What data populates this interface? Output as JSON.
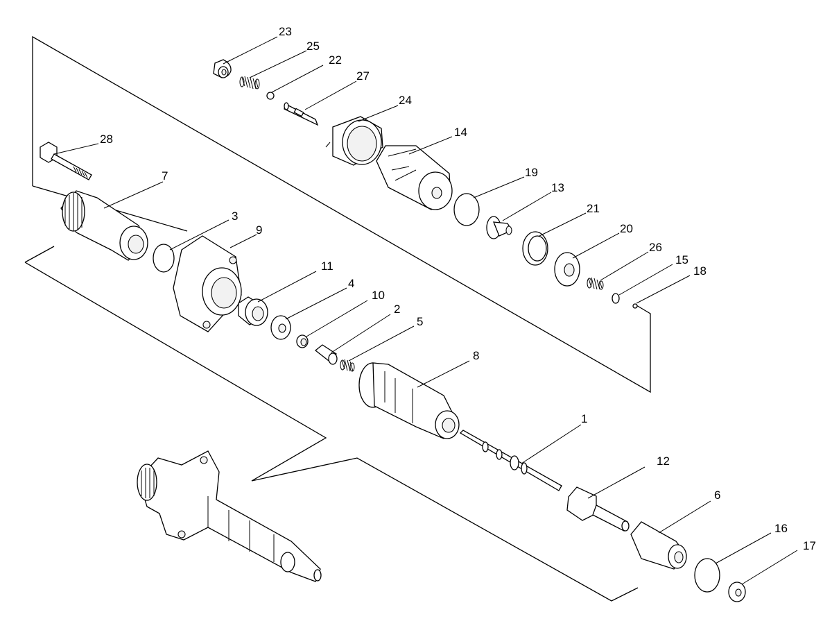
{
  "diagram": {
    "type": "exploded-parts-view",
    "callouts": [
      {
        "id": "23",
        "label": "23"
      },
      {
        "id": "25",
        "label": "25"
      },
      {
        "id": "22",
        "label": "22"
      },
      {
        "id": "27",
        "label": "27"
      },
      {
        "id": "24",
        "label": "24"
      },
      {
        "id": "14",
        "label": "14"
      },
      {
        "id": "28",
        "label": "28"
      },
      {
        "id": "7",
        "label": "7"
      },
      {
        "id": "19",
        "label": "19"
      },
      {
        "id": "13",
        "label": "13"
      },
      {
        "id": "3",
        "label": "3"
      },
      {
        "id": "9",
        "label": "9"
      },
      {
        "id": "21",
        "label": "21"
      },
      {
        "id": "20",
        "label": "20"
      },
      {
        "id": "26",
        "label": "26"
      },
      {
        "id": "15",
        "label": "15"
      },
      {
        "id": "18",
        "label": "18"
      },
      {
        "id": "11",
        "label": "11"
      },
      {
        "id": "4",
        "label": "4"
      },
      {
        "id": "10",
        "label": "10"
      },
      {
        "id": "2",
        "label": "2"
      },
      {
        "id": "5",
        "label": "5"
      },
      {
        "id": "8",
        "label": "8"
      },
      {
        "id": "1",
        "label": "1"
      },
      {
        "id": "12",
        "label": "12"
      },
      {
        "id": "6",
        "label": "6"
      },
      {
        "id": "16",
        "label": "16"
      },
      {
        "id": "17",
        "label": "17"
      }
    ]
  }
}
